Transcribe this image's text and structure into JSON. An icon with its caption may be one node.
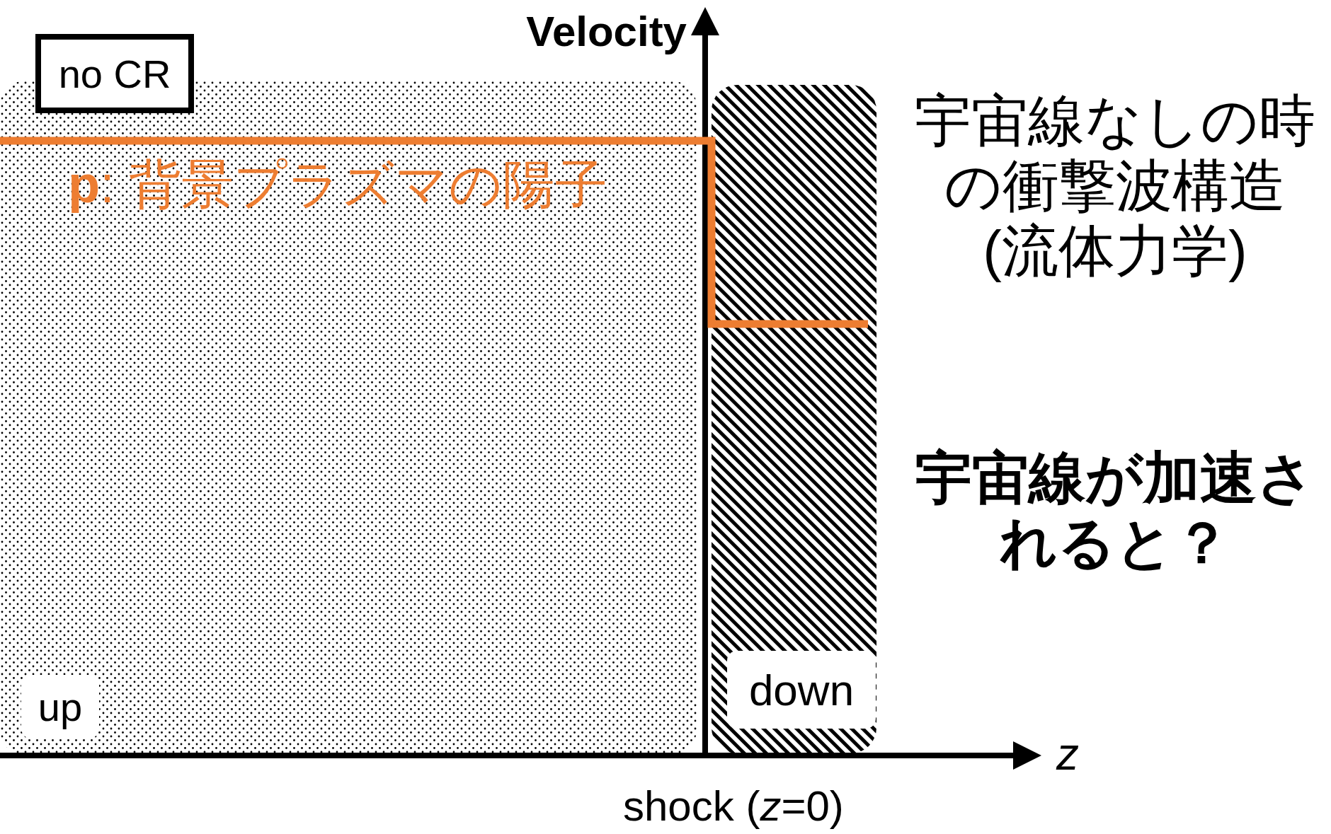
{
  "diagram": {
    "nodes": [
      {
        "text": [
          "no CR"
        ]
      },
      {
        "text": [
          "up"
        ]
      },
      {
        "text": [
          "down"
        ]
      }
    ],
    "labels": [
      "Velocity",
      "**p**: 背景プラズマの陽子",
      "宇宙線なしの時の衝撃波構造(流体力学)",
      "宇宙線が加速されると？",
      "z",
      "shock (*z*=0)"
    ]
  }
}
